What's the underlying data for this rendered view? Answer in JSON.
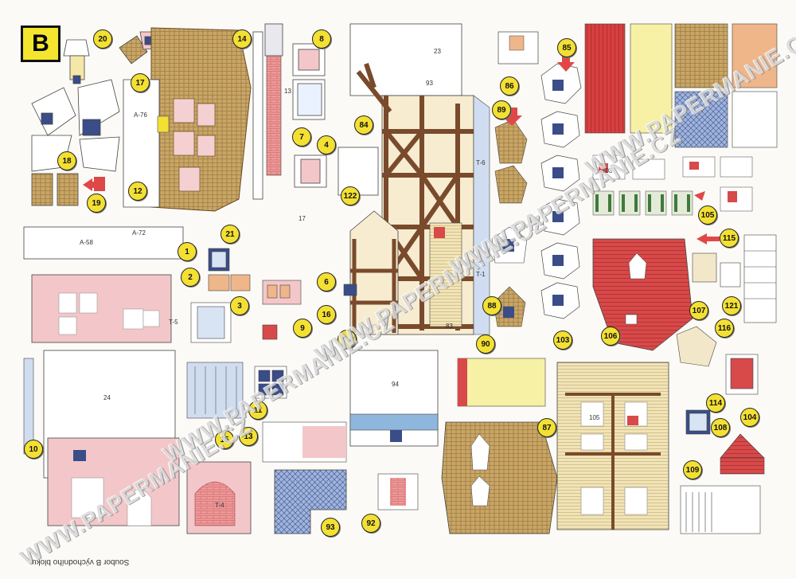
{
  "sheet_letter": "B",
  "caption": "Soubor B východního bloku",
  "watermark": "WWW.PAPERMANIE.CZ",
  "part_numbers": [
    "20",
    "14",
    "8",
    "85",
    "86",
    "17",
    "89",
    "84",
    "18",
    "7",
    "4",
    "12",
    "19",
    "122",
    "21",
    "1",
    "2",
    "3",
    "6",
    "88",
    "105",
    "115",
    "106",
    "107",
    "121",
    "116",
    "103",
    "91",
    "9",
    "16",
    "90",
    "10",
    "11",
    "15",
    "13",
    "87",
    "114",
    "104",
    "108",
    "109",
    "93",
    "92"
  ],
  "part_codes": [
    "A-76",
    "A-72",
    "A-58",
    "T-5",
    "T-6",
    "T-4",
    "T-1",
    "24",
    "94",
    "105",
    "93",
    "103",
    "23",
    "83",
    "17",
    "13"
  ],
  "colors": {
    "timber": "#7a4a2c",
    "roof_red": "#d8494a",
    "tile_brown": "#c9a665",
    "wall_pink": "#f3c7c9",
    "sky_blue": "#8fb7dd",
    "yellow": "#f3e033",
    "light_yellow": "#f7f1a6",
    "orange": "#efb68a"
  }
}
